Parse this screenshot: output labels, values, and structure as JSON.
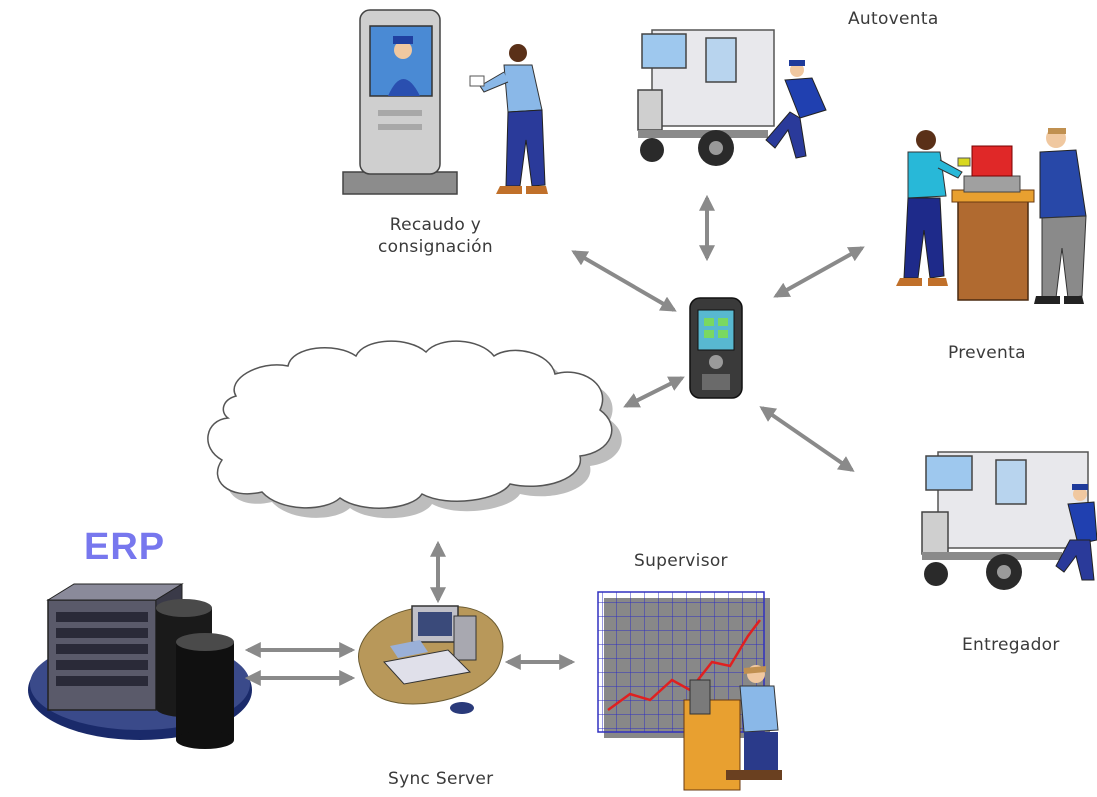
{
  "labels": {
    "autoventa": "Autoventa",
    "recaudo_line1": "Recaudo y",
    "recaudo_line2": "consignación",
    "preventa": "Preventa",
    "entregador": "Entregador",
    "erp": "ERP",
    "supervisor": "Supervisor",
    "sync_server": "Sync Server"
  },
  "icons": {
    "kiosk": "payment-kiosk-icon",
    "truck": "delivery-truck-icon",
    "counter": "sales-counter-icon",
    "pda": "handheld-pda-icon",
    "cloud": "network-cloud-icon",
    "server": "erp-server-icon",
    "sync": "sync-workstation-icon",
    "chart": "supervisor-chart-icon"
  },
  "colors": {
    "erp_text": "#7777ee",
    "arrow": "#8a8a8a",
    "chart_line": "#e02020",
    "chart_grid": "#3030c0"
  }
}
